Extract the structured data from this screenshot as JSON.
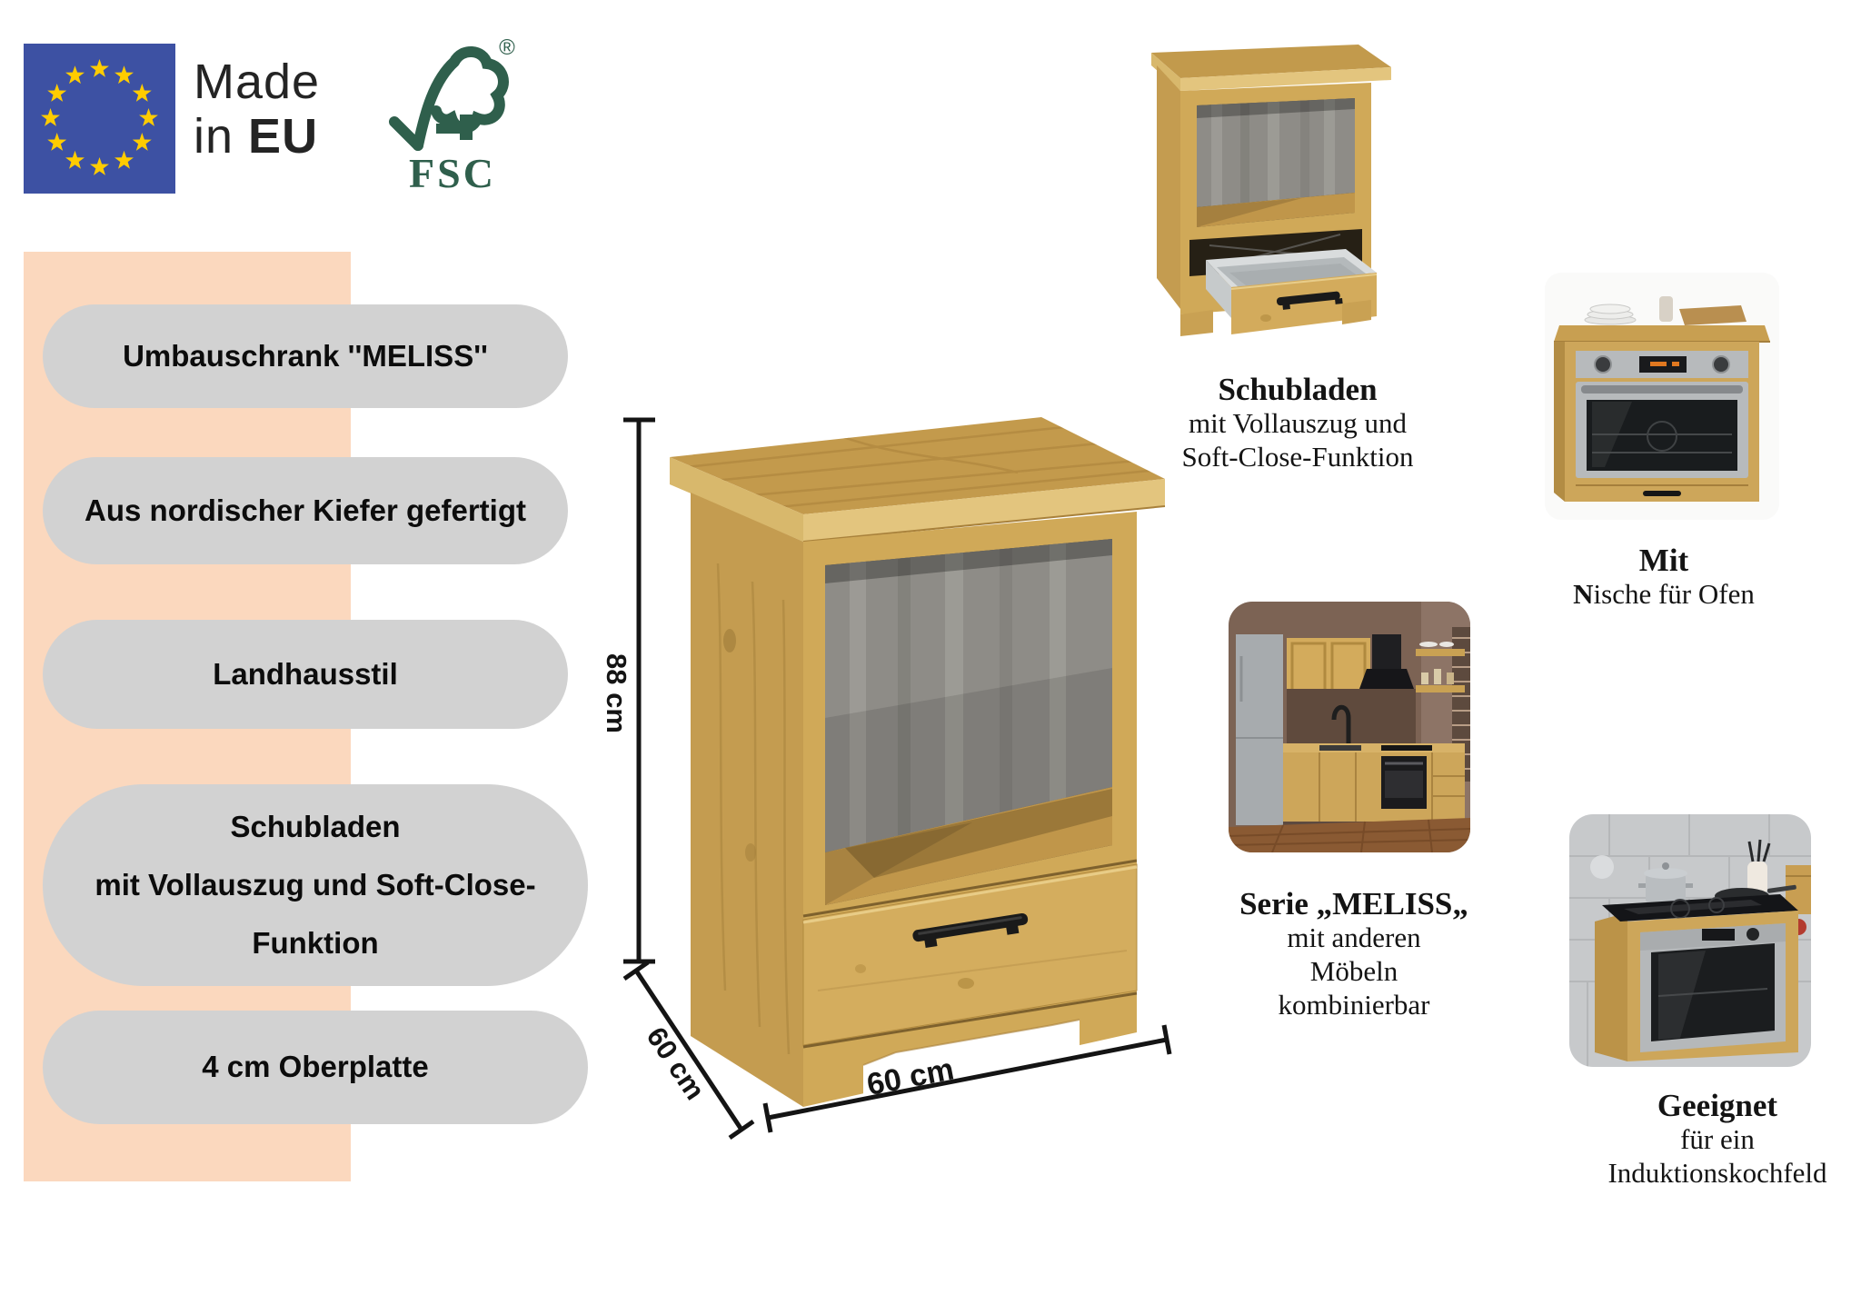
{
  "badges": {
    "eu": {
      "flag_color": "#3D51A3",
      "star_color": "#FFCC00",
      "text_top": "Made",
      "text_bottom_regular": "in ",
      "text_bottom_bold": "EU"
    },
    "fsc": {
      "name": "FSC",
      "registered_mark": "®",
      "color": "#2F5F4C"
    }
  },
  "feature_panel": {
    "band_color": "#FBD8BE",
    "bubble_color": "#D2D2D2",
    "bubbles": [
      {
        "lines": [
          "Umbauschrank ''MELISS''"
        ]
      },
      {
        "lines": [
          "Aus nordischer Kiefer gefertigt"
        ]
      },
      {
        "lines": [
          "Landhausstil"
        ]
      },
      {
        "lines": [
          "Schubladen",
          "mit Vollauszug und Soft-Close-",
          "Funktion"
        ]
      },
      {
        "lines": [
          "4 cm Oberplatte"
        ]
      }
    ]
  },
  "hero": {
    "height_label": "88 cm",
    "depth_label": "60 cm",
    "width_label": "60 cm",
    "wood_color": "#D0A958"
  },
  "tiles": [
    {
      "caption_bold": "Schubladen",
      "caption_lines": [
        "mit Vollauszug und",
        "Soft-Close-Funktion"
      ]
    },
    {
      "caption_bold": "Mit",
      "line_bold_prefix": "N",
      "line_rest": "ische für Ofen"
    },
    {
      "caption_bold": "Serie „MELISS„",
      "caption_lines": [
        "mit anderen",
        "Möbeln",
        "kombinierbar"
      ]
    },
    {
      "caption_bold": "Geeignet",
      "caption_lines": [
        "für ein",
        "Induktionskochfeld"
      ]
    }
  ]
}
